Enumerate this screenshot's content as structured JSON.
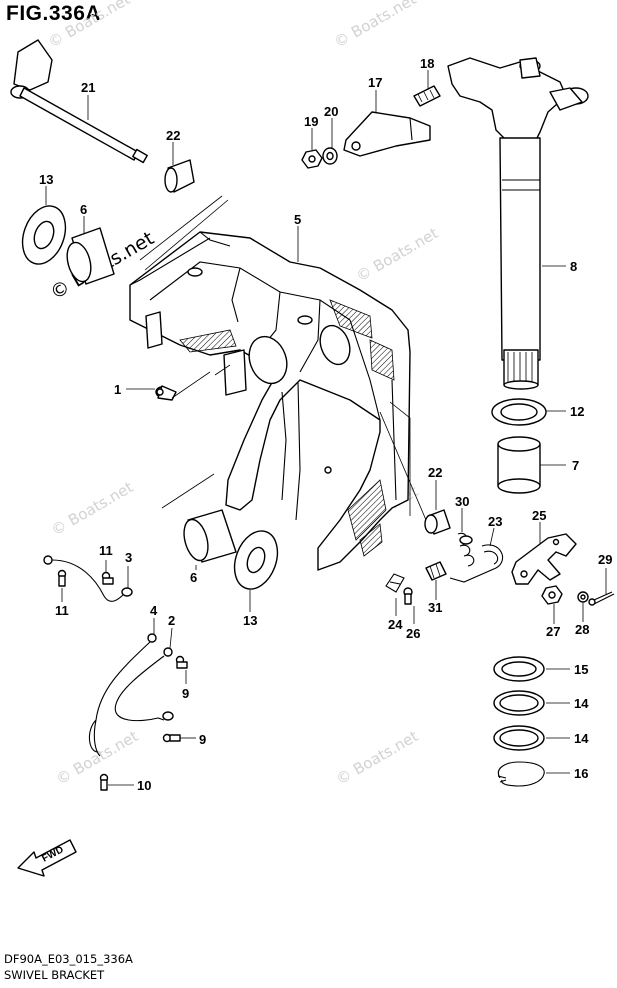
{
  "header": {
    "figure_title": "FIG.336A"
  },
  "footer": {
    "figure_code": "DF90A_E03_015_336A",
    "assembly_name": "SWIVEL BRACKET"
  },
  "watermark": {
    "text": "© Boats.net"
  },
  "direction_arrow": {
    "label": "FWD"
  },
  "callouts": {
    "c1": "1",
    "c2": "2",
    "c3": "3",
    "c4": "4",
    "c5": "5",
    "c6a": "6",
    "c6b": "6",
    "c7": "7",
    "c8": "8",
    "c9a": "9",
    "c9b": "9",
    "c10": "10",
    "c11a": "11",
    "c11b": "11",
    "c12": "12",
    "c13a": "13",
    "c13b": "13",
    "c14a": "14",
    "c14b": "14",
    "c15": "15",
    "c16": "16",
    "c17": "17",
    "c18": "18",
    "c19": "19",
    "c20": "20",
    "c21": "21",
    "c22a": "22",
    "c22b": "22",
    "c23": "23",
    "c24": "24",
    "c25": "25",
    "c26": "26",
    "c27": "27",
    "c28": "28",
    "c29": "29",
    "c30": "30",
    "c31": "31"
  }
}
